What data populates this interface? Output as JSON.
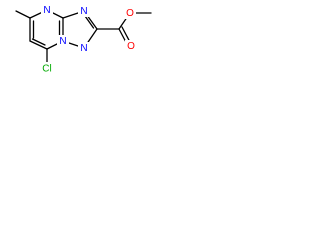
{
  "molecule": {
    "atoms": {
      "n_pyr": {
        "label": "N",
        "color": "#0000ff"
      },
      "n_tri_top": {
        "label": "N",
        "color": "#0000ff"
      },
      "n_tri_bottom": {
        "label": "N",
        "color": "#0000ff"
      },
      "n_tri_bridge": {
        "label": "N",
        "color": "#0000ff"
      },
      "o_carbonyl": {
        "label": "O",
        "color": "#ff0000"
      },
      "o_ester": {
        "label": "O",
        "color": "#ff0000"
      },
      "cl": {
        "label": "Cl",
        "color": "#00aa00"
      }
    },
    "colors": {
      "bond": "#000000",
      "nitrogen": "#0000ff",
      "oxygen": "#ff0000",
      "chlorine": "#00aa00"
    }
  }
}
